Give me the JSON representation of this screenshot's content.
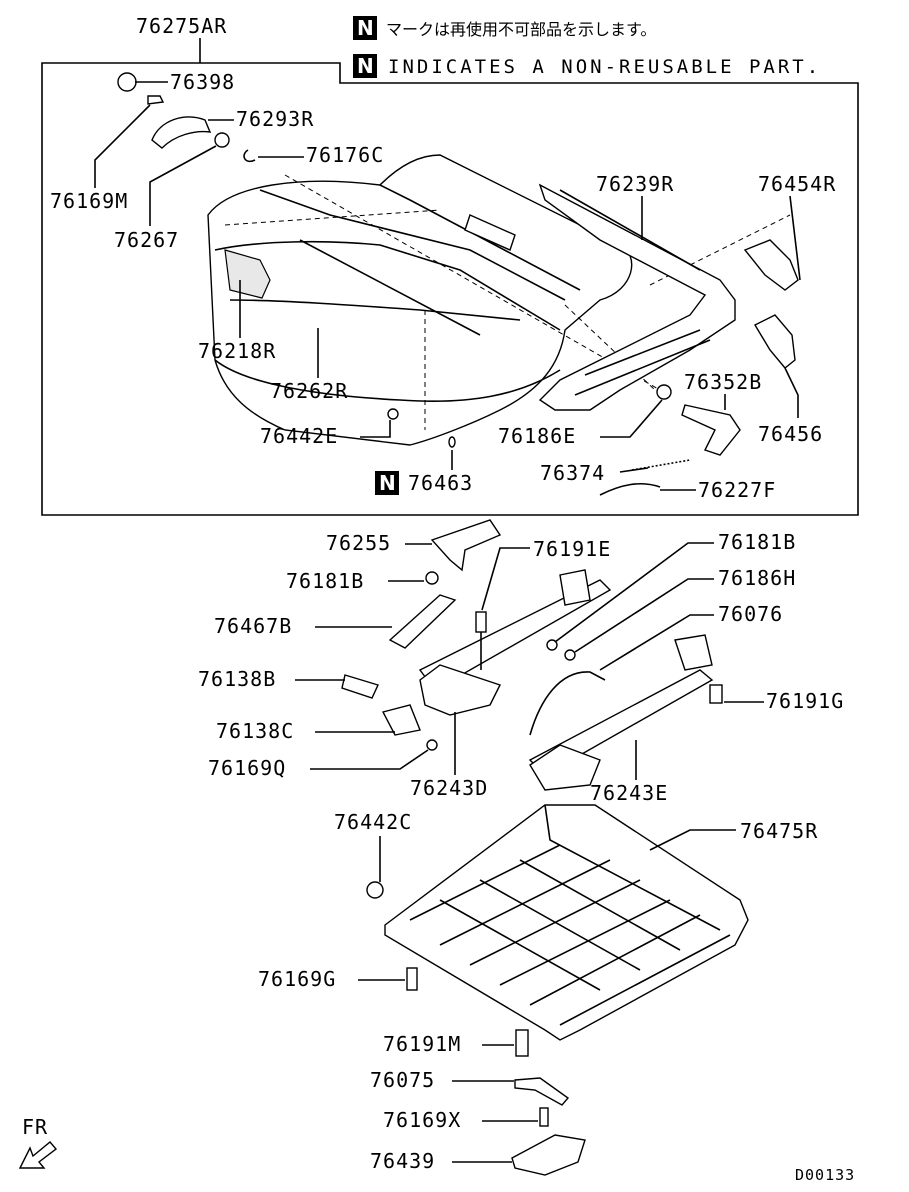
{
  "legend": {
    "badge": "N",
    "japanese": "マークは再使用不可部品を示します。",
    "english": "INDICATES A NON-REUSABLE PART."
  },
  "labels": {
    "group": "76275AR",
    "p76398": "76398",
    "p76293R": "76293R",
    "p76176C": "76176C",
    "p76169M": "76169M",
    "p76267": "76267",
    "p76239R": "76239R",
    "p76454R": "76454R",
    "p76218R": "76218R",
    "p76262R": "76262R",
    "p76442E": "76442E",
    "p76463": "76463",
    "p76352B": "76352B",
    "p76186E": "76186E",
    "p76456": "76456",
    "p76374": "76374",
    "p76227F": "76227F",
    "p76255": "76255",
    "p76191E": "76191E",
    "p76181B_a": "76181B",
    "p76181B_b": "76181B",
    "p76186H": "76186H",
    "p76467B": "76467B",
    "p76076": "76076",
    "p76138B": "76138B",
    "p76191G": "76191G",
    "p76138C": "76138C",
    "p76169Q": "76169Q",
    "p76243D": "76243D",
    "p76243E": "76243E",
    "p76442C": "76442C",
    "p76475R": "76475R",
    "p76169G": "76169G",
    "p76191M": "76191M",
    "p76075": "76075",
    "p76169X": "76169X",
    "p76439": "76439",
    "front": "FR",
    "drawing_id": "D00133"
  }
}
